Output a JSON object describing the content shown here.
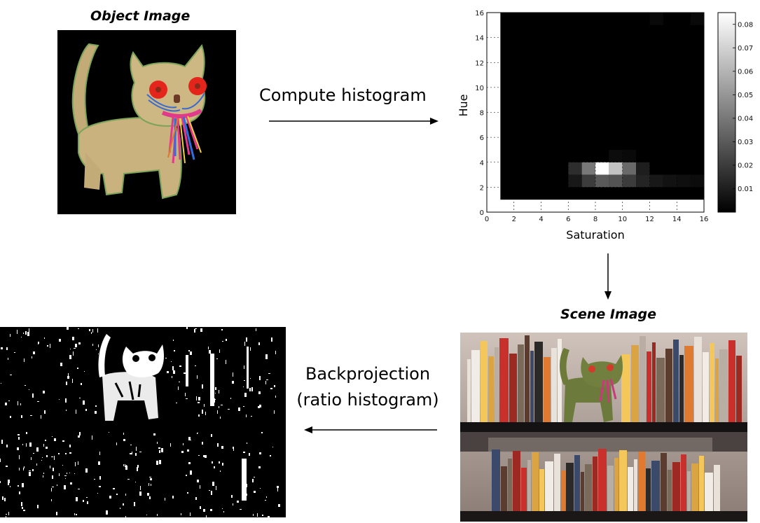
{
  "object_panel": {
    "title": "Object Image"
  },
  "scene_panel": {
    "title": "Scene Image"
  },
  "steps": {
    "compute": "Compute histogram",
    "backprojection_line1": "Backprojection",
    "backprojection_line2": "(ratio histogram)"
  },
  "chart_data": {
    "type": "heatmap",
    "xlabel": "Saturation",
    "ylabel": "Hue",
    "xlim": [
      0,
      16
    ],
    "ylim": [
      0,
      16
    ],
    "x_ticks": [
      "0",
      "2",
      "4",
      "6",
      "8",
      "10",
      "12",
      "14",
      "16"
    ],
    "y_ticks": [
      "0",
      "2",
      "4",
      "6",
      "8",
      "10",
      "12",
      "14",
      "16"
    ],
    "colorbar": {
      "min": 0,
      "max": 0.085,
      "ticks": [
        "0.01",
        "0.02",
        "0.03",
        "0.04",
        "0.05",
        "0.06",
        "0.07",
        "0.08"
      ]
    },
    "colormap": "grayscale",
    "grid": "dashed",
    "cells": [
      {
        "x": 6,
        "y": 3,
        "v": 0.015
      },
      {
        "x": 7,
        "y": 3,
        "v": 0.04
      },
      {
        "x": 8,
        "y": 3,
        "v": 0.085
      },
      {
        "x": 9,
        "y": 3,
        "v": 0.065
      },
      {
        "x": 10,
        "y": 3,
        "v": 0.035
      },
      {
        "x": 11,
        "y": 3,
        "v": 0.01
      },
      {
        "x": 7,
        "y": 2,
        "v": 0.02
      },
      {
        "x": 8,
        "y": 2,
        "v": 0.03
      },
      {
        "x": 9,
        "y": 2,
        "v": 0.028
      },
      {
        "x": 10,
        "y": 2,
        "v": 0.02
      },
      {
        "x": 11,
        "y": 2,
        "v": 0.012
      },
      {
        "x": 12,
        "y": 2,
        "v": 0.008
      },
      {
        "x": 6,
        "y": 2,
        "v": 0.008
      },
      {
        "x": 13,
        "y": 2,
        "v": 0.006
      },
      {
        "x": 14,
        "y": 2,
        "v": 0.005
      },
      {
        "x": 15,
        "y": 2,
        "v": 0.004
      },
      {
        "x": 9,
        "y": 4,
        "v": 0.004
      },
      {
        "x": 10,
        "y": 4,
        "v": 0.003
      },
      {
        "x": 12,
        "y": 15,
        "v": 0.003
      },
      {
        "x": 15,
        "y": 15,
        "v": 0.003
      }
    ]
  },
  "colors": {
    "arrow": "#000000",
    "panel_bg": "#000000",
    "toy_body": "#c9b27d",
    "toy_eye": "#e3251b"
  }
}
